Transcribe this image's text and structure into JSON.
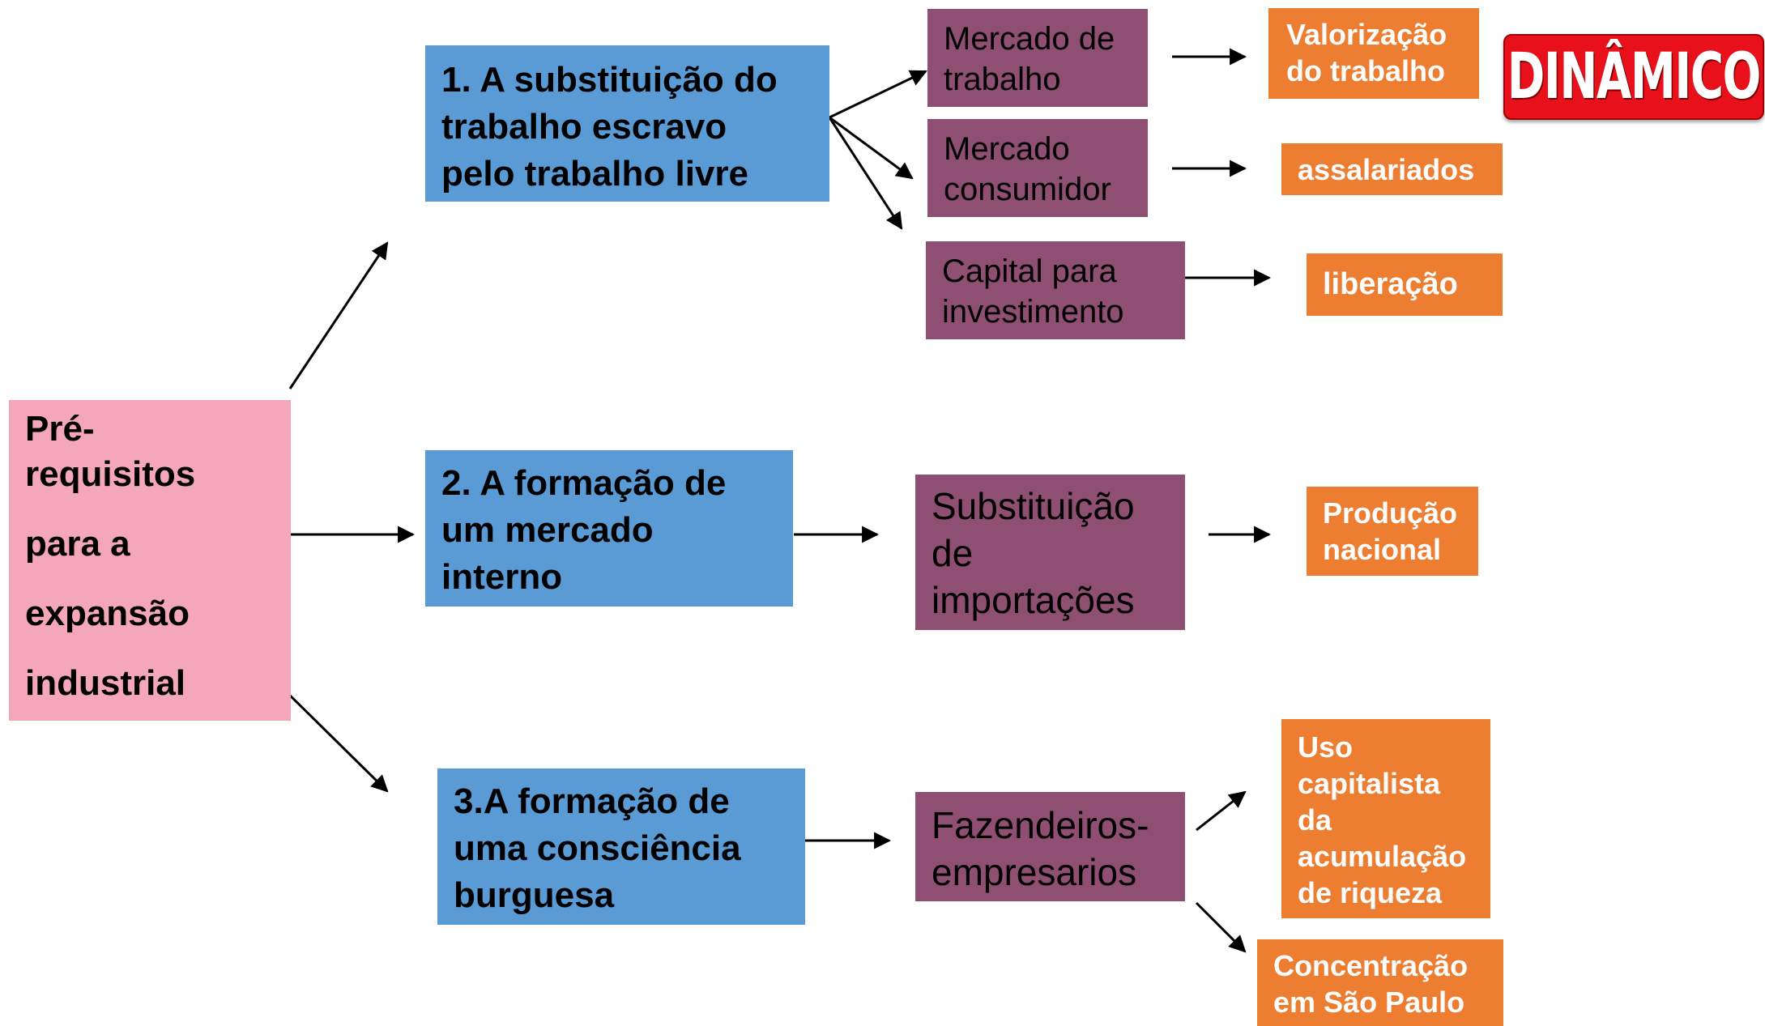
{
  "root": {
    "lines": [
      "Pré-",
      "requisitos",
      "para a",
      "expansão",
      "industrial"
    ]
  },
  "branches": [
    {
      "title_lines": [
        "1. A substituição do",
        "trabalho escravo",
        "pelo trabalho livre"
      ],
      "causes": [
        {
          "lines": [
            "Mercado de",
            "trabalho"
          ],
          "result_lines": [
            "Valorização",
            "do trabalho"
          ]
        },
        {
          "lines": [
            "Mercado",
            "consumidor"
          ],
          "result_lines": [
            "assalariados"
          ]
        },
        {
          "lines": [
            "Capital para",
            "investimento"
          ],
          "result_lines": [
            "liberação"
          ]
        }
      ]
    },
    {
      "title_lines": [
        "2. A formação de",
        "um mercado",
        "interno"
      ],
      "causes": [
        {
          "lines": [
            "Substituição",
            "de",
            "importações"
          ],
          "result_lines": [
            "Produção",
            "nacional"
          ]
        }
      ]
    },
    {
      "title_lines": [
        "3.A formação de",
        "uma consciência",
        "burguesa"
      ],
      "causes": [
        {
          "lines": [
            "Fazendeiros-",
            "empresarios"
          ],
          "results": [
            {
              "lines": [
                "Uso",
                "capitalista",
                "da",
                "acumulação",
                "de riqueza"
              ]
            },
            {
              "lines": [
                "Concentração",
                "em São Paulo"
              ]
            }
          ]
        }
      ]
    }
  ],
  "logo": {
    "text": "DINÂMICO"
  },
  "colors": {
    "root": "#f4a7b9",
    "branch": "#5b9bd5",
    "cause": "#8f4f73",
    "result": "#ed7d31",
    "logo": "#e8101a"
  }
}
